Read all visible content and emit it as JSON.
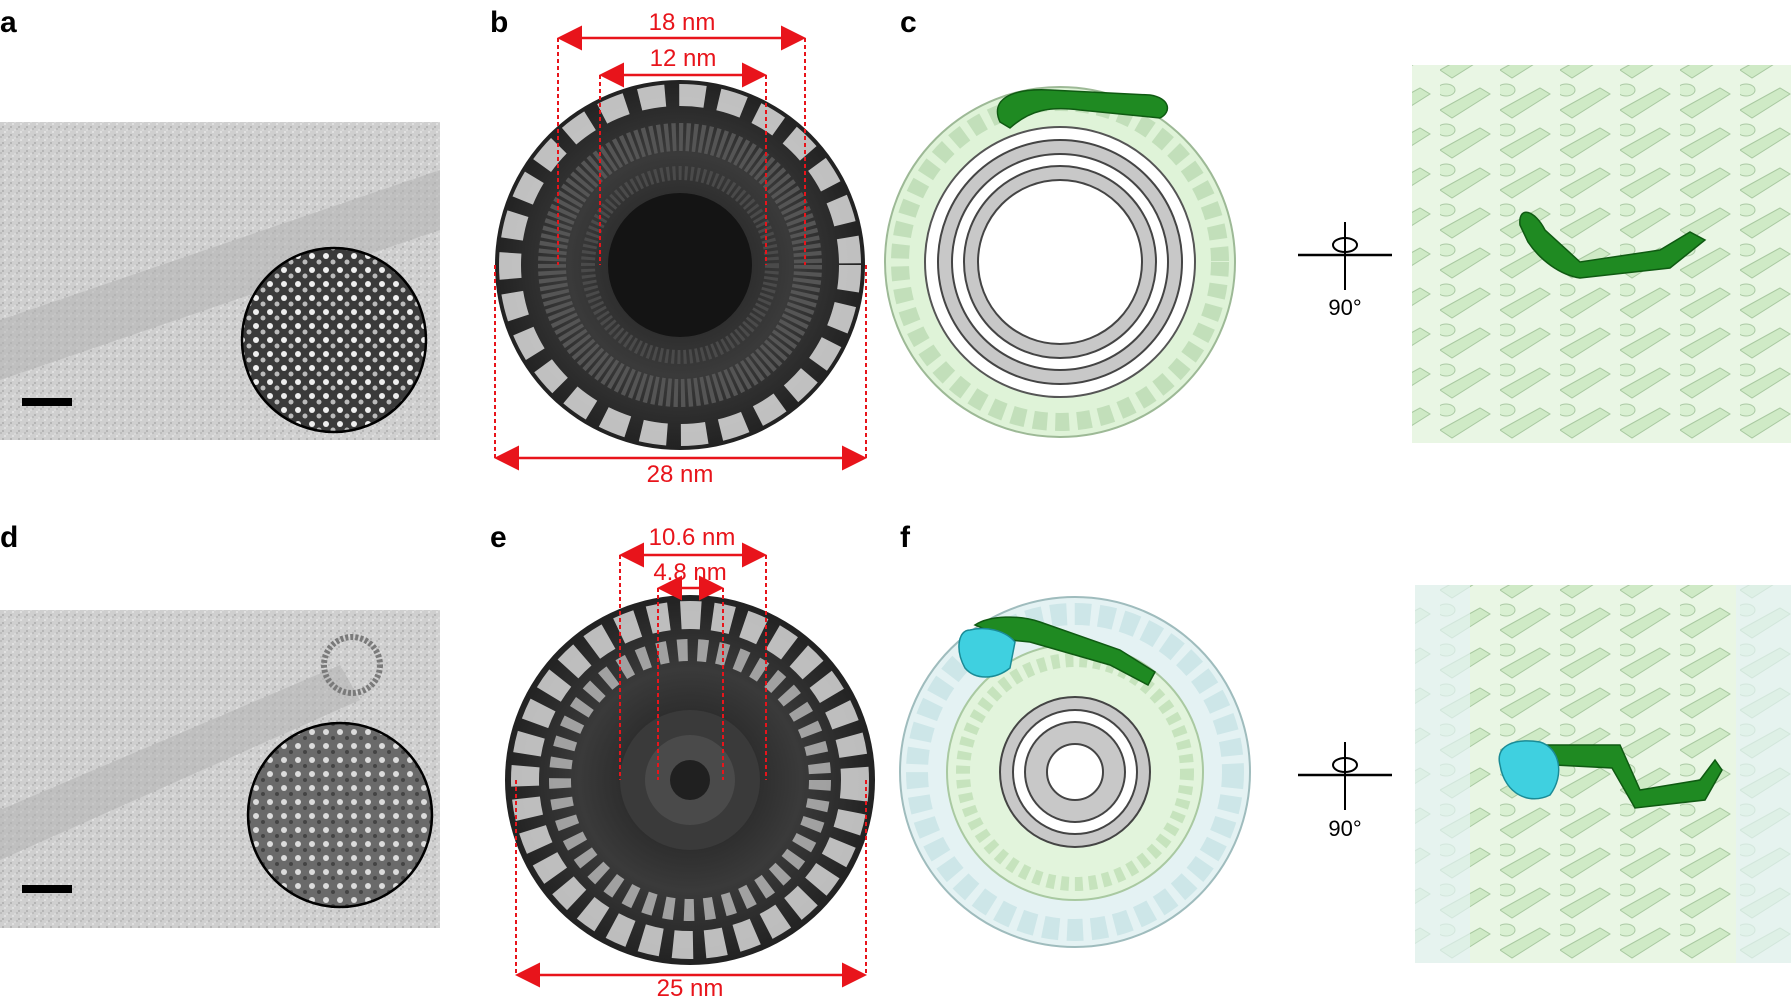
{
  "figure": {
    "panels": [
      {
        "id": "a",
        "label": "a"
      },
      {
        "id": "b",
        "label": "b"
      },
      {
        "id": "c",
        "label": "c"
      },
      {
        "id": "d",
        "label": "d"
      },
      {
        "id": "e",
        "label": "e"
      },
      {
        "id": "f",
        "label": "f"
      }
    ],
    "top": {
      "outer_diameter_label": "18 nm",
      "inner_diameter_label": "12 nm",
      "full_diameter_label": "28 nm",
      "rotation_label": "90°"
    },
    "bottom": {
      "outer_diameter_label": "10.6 nm",
      "inner_diameter_label": "4.8 nm",
      "full_diameter_label": "25 nm",
      "rotation_label": "90°"
    },
    "colors": {
      "dimension": "#e8141b",
      "density_shell": "#d4f0cc",
      "highlight_subunit": "#1f8a22",
      "partner_protein": "#3fd0e0",
      "core_ring": "#c8c8c8"
    }
  }
}
